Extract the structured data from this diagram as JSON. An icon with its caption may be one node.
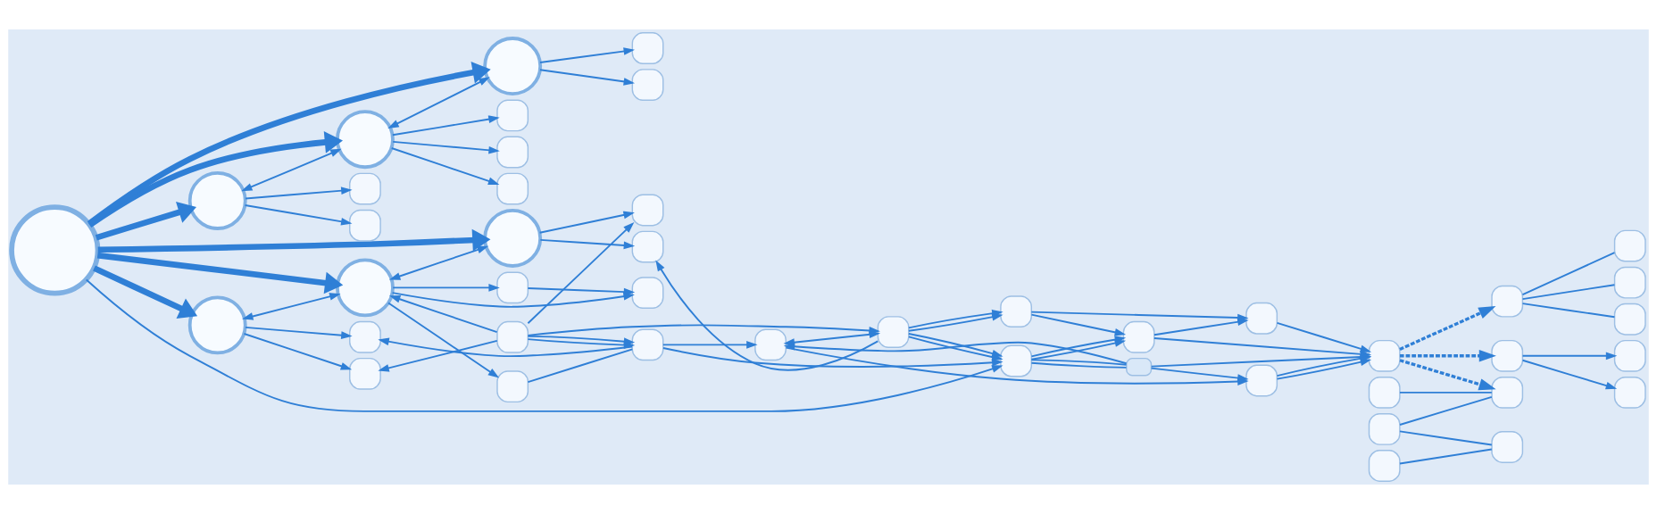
{
  "diagram": {
    "nodes": [
      {
        "text": [],
        "shape": "circle"
      },
      {
        "text": [],
        "shape": "circle"
      },
      {
        "text": [],
        "shape": "circle"
      },
      {
        "text": [],
        "shape": "circle"
      },
      {
        "text": [],
        "shape": "box"
      },
      {
        "text": [],
        "shape": "box"
      },
      {
        "text": [],
        "shape": "box"
      },
      {
        "text": [],
        "shape": "box"
      },
      {
        "text": [],
        "shape": "box"
      },
      {
        "text": [],
        "shape": "box"
      },
      {
        "text": [],
        "shape": "box"
      },
      {
        "text": [],
        "shape": "circle"
      },
      {
        "text": [],
        "shape": "circle"
      },
      {
        "text": [],
        "shape": "circle"
      },
      {
        "text": [],
        "shape": "box"
      },
      {
        "text": [],
        "shape": "box"
      },
      {
        "text": [],
        "shape": "box"
      },
      {
        "text": [],
        "shape": "box"
      },
      {
        "text": [],
        "shape": "box"
      },
      {
        "text": [],
        "shape": "box"
      },
      {
        "text": [],
        "shape": "box"
      },
      {
        "text": [],
        "shape": "box"
      },
      {
        "text": [],
        "shape": "box"
      },
      {
        "text": [],
        "shape": "box"
      },
      {
        "text": [],
        "shape": "box"
      },
      {
        "text": [],
        "shape": "box"
      },
      {
        "text": [],
        "shape": "box"
      },
      {
        "text": [],
        "shape": "box"
      },
      {
        "text": [],
        "shape": "box"
      },
      {
        "text": [],
        "shape": "box"
      },
      {
        "text": [],
        "shape": "box"
      },
      {
        "text": [],
        "shape": "box"
      },
      {
        "text": [],
        "shape": "box"
      },
      {
        "text": [],
        "shape": "box"
      },
      {
        "text": [],
        "shape": "box"
      },
      {
        "text": [],
        "shape": "box"
      },
      {
        "text": [],
        "shape": "box"
      },
      {
        "text": [],
        "shape": "box"
      },
      {
        "text": [],
        "shape": "box"
      },
      {
        "text": [],
        "shape": "box"
      },
      {
        "text": [],
        "shape": "box"
      },
      {
        "text": [],
        "shape": "box"
      },
      {
        "text": [],
        "shape": "box"
      },
      {
        "text": [],
        "shape": "box"
      }
    ],
    "edges": [
      {
        "from": 0,
        "to": 1,
        "arrow": "to",
        "style": "thick"
      },
      {
        "from": 0,
        "to": 2,
        "arrow": "to",
        "style": "thick"
      },
      {
        "from": 0,
        "to": 3,
        "arrow": "to",
        "style": "thick"
      },
      {
        "from": 0,
        "to": 11,
        "arrow": "to",
        "style": "thick"
      },
      {
        "from": 0,
        "to": 12,
        "arrow": "to",
        "style": "thick"
      },
      {
        "from": 0,
        "to": 13,
        "arrow": "to",
        "style": "thick"
      },
      {
        "from": 1,
        "to": 2,
        "arrow": "both"
      },
      {
        "from": 2,
        "to": 3,
        "arrow": "both"
      },
      {
        "from": 1,
        "to": 4,
        "arrow": "to"
      },
      {
        "from": 1,
        "to": 5,
        "arrow": "to"
      },
      {
        "from": 2,
        "to": 6,
        "arrow": "to"
      },
      {
        "from": 2,
        "to": 7,
        "arrow": "to"
      },
      {
        "from": 2,
        "to": 8,
        "arrow": "to"
      },
      {
        "from": 3,
        "to": 9,
        "arrow": "to"
      },
      {
        "from": 3,
        "to": 10,
        "arrow": "to"
      },
      {
        "from": 11,
        "to": 12,
        "arrow": "both"
      },
      {
        "from": 12,
        "to": 13,
        "arrow": "both"
      },
      {
        "from": 11,
        "to": 14,
        "arrow": "to"
      },
      {
        "from": 11,
        "to": 15,
        "arrow": "to"
      },
      {
        "from": 12,
        "to": 16,
        "arrow": "to"
      },
      {
        "from": 12,
        "to": 17,
        "arrow": "to"
      },
      {
        "from": 12,
        "to": 18,
        "arrow": "to"
      },
      {
        "from": 13,
        "to": 19,
        "arrow": "to"
      },
      {
        "from": 13,
        "to": 20,
        "arrow": "to"
      },
      {
        "from": 22,
        "to": 14,
        "arrow": "to"
      },
      {
        "from": 21,
        "to": 15,
        "arrow": "to"
      },
      {
        "from": 17,
        "to": 22,
        "arrow": "none"
      },
      {
        "from": 16,
        "to": 18,
        "arrow": "to"
      },
      {
        "from": 21,
        "to": 12,
        "arrow": "to"
      },
      {
        "from": 21,
        "to": 19,
        "arrow": "to"
      },
      {
        "from": 23,
        "to": 20,
        "arrow": "to"
      },
      {
        "from": 0,
        "to": 25,
        "arrow": "to"
      },
      {
        "from": 21,
        "to": 22,
        "arrow": "to"
      },
      {
        "from": 21,
        "to": 22,
        "arrow": "to"
      },
      {
        "from": 21,
        "to": 23,
        "arrow": "to"
      },
      {
        "from": 22,
        "to": 24,
        "arrow": "to"
      },
      {
        "from": 22,
        "to": 25,
        "arrow": "to"
      },
      {
        "from": 24,
        "to": 23,
        "arrow": "both"
      },
      {
        "from": 23,
        "to": 25,
        "arrow": "to"
      },
      {
        "from": 23,
        "to": 25,
        "arrow": "to"
      },
      {
        "from": 24,
        "to": 27,
        "arrow": "to"
      },
      {
        "from": 26,
        "to": 24,
        "arrow": "to"
      },
      {
        "from": 25,
        "to": 26,
        "arrow": "none"
      },
      {
        "from": 25,
        "to": 26,
        "arrow": "none"
      },
      {
        "from": 26,
        "to": 27,
        "arrow": "to"
      },
      {
        "from": 26,
        "to": 31,
        "arrow": "to"
      },
      {
        "from": 27,
        "to": 31,
        "arrow": "to"
      },
      {
        "from": 27,
        "to": 31,
        "arrow": "to"
      },
      {
        "from": 25,
        "to": 28,
        "arrow": "to"
      },
      {
        "from": 25,
        "to": 28,
        "arrow": "to"
      },
      {
        "from": 28,
        "to": 31,
        "arrow": "to"
      },
      {
        "from": 28,
        "to": 30,
        "arrow": "to"
      },
      {
        "from": 29,
        "to": 28,
        "arrow": "to"
      },
      {
        "from": 29,
        "to": 30,
        "arrow": "to"
      },
      {
        "from": 30,
        "to": 31,
        "arrow": "to"
      },
      {
        "from": 23,
        "to": 29,
        "arrow": "to"
      },
      {
        "from": 23,
        "to": 29,
        "arrow": "to"
      },
      {
        "from": 31,
        "to": 35,
        "arrow": "to",
        "style": "dashed"
      },
      {
        "from": 31,
        "to": 37,
        "arrow": "to",
        "style": "dashed"
      },
      {
        "from": 31,
        "to": 40,
        "arrow": "to",
        "style": "dashed"
      },
      {
        "from": 32,
        "to": 35,
        "arrow": "none"
      },
      {
        "from": 33,
        "to": 35,
        "arrow": "none"
      },
      {
        "from": 33,
        "to": 36,
        "arrow": "none"
      },
      {
        "from": 34,
        "to": 36,
        "arrow": "none"
      },
      {
        "from": 37,
        "to": 38,
        "arrow": "to"
      },
      {
        "from": 37,
        "to": 39,
        "arrow": "to"
      },
      {
        "from": 40,
        "to": 41,
        "arrow": "none"
      },
      {
        "from": 40,
        "to": 42,
        "arrow": "none"
      },
      {
        "from": 40,
        "to": 43,
        "arrow": "none"
      }
    ]
  }
}
